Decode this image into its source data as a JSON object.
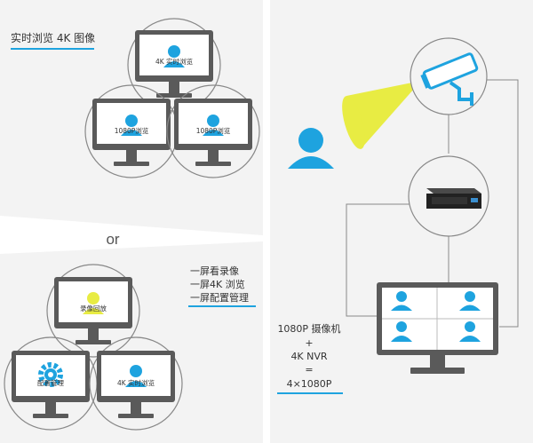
{
  "left_panel": {
    "top": {
      "caption": "实时浏览 4K 图像",
      "monitors": [
        {
          "screen_label": "4K 实时浏览"
        },
        {
          "screen_label": "1080P浏览"
        },
        {
          "screen_label": "1080P浏览"
        }
      ]
    },
    "divider_text": "or",
    "bottom": {
      "caption_lines": [
        "一屏看录像",
        "一屏4K 浏览",
        "一屏配置管理"
      ],
      "monitors": [
        {
          "screen_label": "录像回放"
        },
        {
          "screen_label": "配置管理"
        },
        {
          "screen_label": "4K 实时浏览"
        }
      ]
    }
  },
  "right_panel": {
    "formula_lines": [
      "1080P 摄像机",
      "+",
      "4K NVR",
      "=",
      "4×1080P"
    ]
  },
  "colors": {
    "accent": "#1ea3df",
    "beam": "#e8ec43",
    "background": "#f3f3f3",
    "panel_gap": "#ffffff",
    "circle": "#888888",
    "monitor_dark": "#555555",
    "text": "#333333"
  }
}
